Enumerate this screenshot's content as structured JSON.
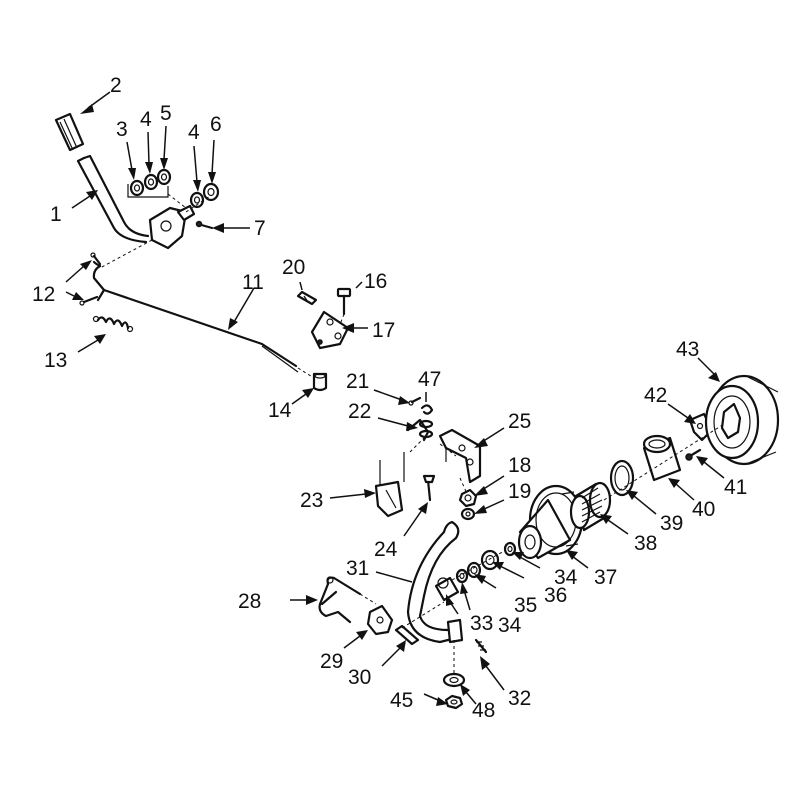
{
  "callouts": {
    "n1": "1",
    "n2": "2",
    "n3": "3",
    "n4a": "4",
    "n5": "5",
    "n4b": "4",
    "n6": "6",
    "n7": "7",
    "n11": "11",
    "n12": "12",
    "n13": "13",
    "n14": "14",
    "n16": "16",
    "n17": "17",
    "n18": "18",
    "n19": "19",
    "n20": "20",
    "n21": "21",
    "n22": "22",
    "n23": "23",
    "n24": "24",
    "n25": "25",
    "n28": "28",
    "n29": "29",
    "n30": "30",
    "n31": "31",
    "n32": "32",
    "n33": "33",
    "n34a": "34",
    "n34b": "34",
    "n35": "35",
    "n36": "36",
    "n37": "37",
    "n38": "38",
    "n39": "39",
    "n40": "40",
    "n41": "41",
    "n42": "42",
    "n43": "43",
    "n45": "45",
    "n47": "47",
    "n48": "48"
  }
}
